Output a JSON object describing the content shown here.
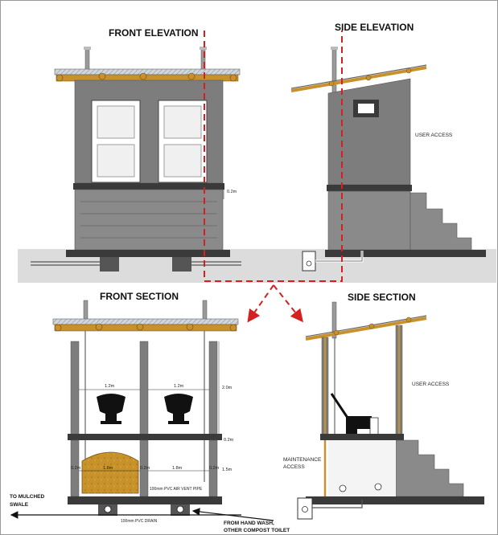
{
  "titles": {
    "front_elevation": "FRONT ELEVATION",
    "side_elevation": "SIDE ELEVATION",
    "front_section": "FRONT SECTION",
    "side_section": "SIDE SECTION"
  },
  "notes": {
    "user_access_top": "USER ACCESS",
    "user_access_bottom": "USER ACCESS",
    "maintenance_1": "MAINTENANCE",
    "maintenance_2": "ACCESS",
    "to_mulched_1": "TO MULCHED",
    "to_mulched_2": "SWALE",
    "from_hand_1": "FROM HAND WASH,",
    "from_hand_2": "OTHER COMPOST TOILET",
    "vent_pipe": "100mm PVC AIR VENT PIPE",
    "drain": "100mm PVC DRAIN"
  },
  "dimensions": {
    "d_02_top": "0.2m",
    "d_12_left": "1.2m",
    "d_12_right": "1.2m",
    "d_20": "2.0m",
    "d_02_mid": "0.2m",
    "d_18_left": "1.8m",
    "d_18_right": "1.8m",
    "d_15": "1.5m",
    "d_02_a": "0.2m",
    "d_02_b": "0.2m",
    "d_02_c": "0.2m"
  },
  "colors": {
    "wall": "#7d7d7d",
    "roof_timber": "#c8912e",
    "compost": "#c8922a",
    "ground": "#dcdcdc",
    "dashed": "#d42020"
  }
}
